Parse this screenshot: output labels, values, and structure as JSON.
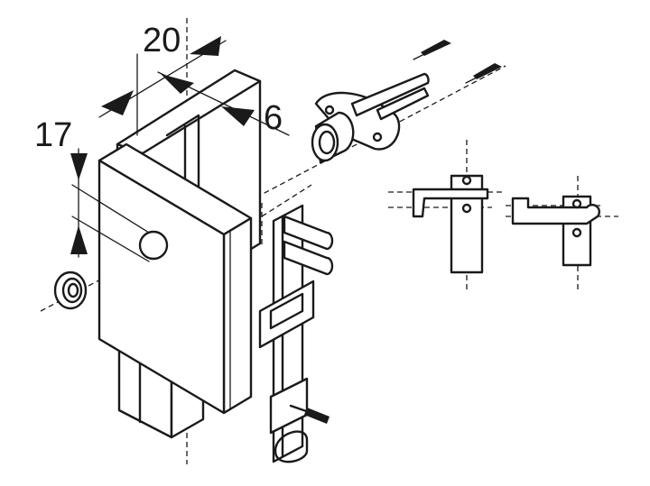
{
  "dimensions": {
    "width_top": "20",
    "depth_side": "6",
    "height_offset": "17"
  }
}
